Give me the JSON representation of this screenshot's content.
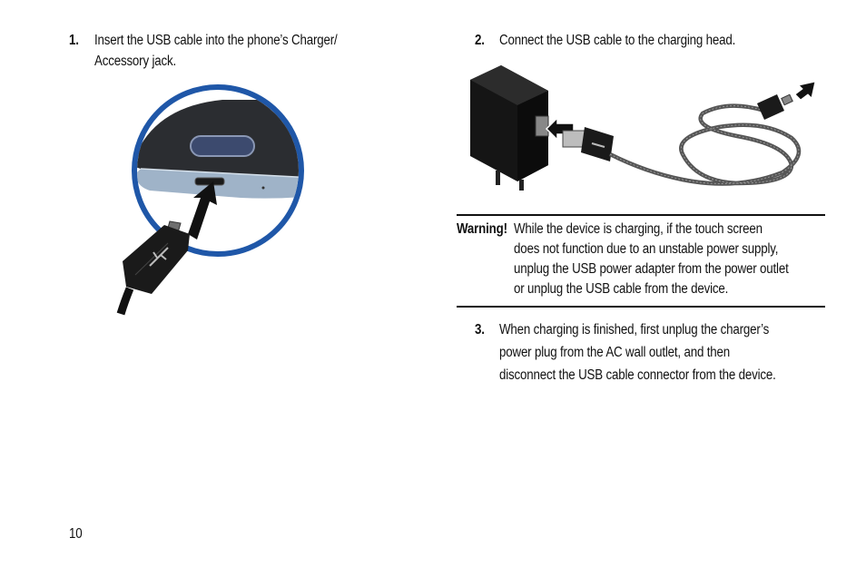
{
  "step1": {
    "number": "1.",
    "line1": "Insert the USB cable into the phone’s Charger/",
    "line2": "Accessory jack."
  },
  "step2": {
    "number": "2.",
    "text": "Connect the USB cable to the charging head."
  },
  "warning": {
    "label": "Warning!",
    "line1": "While the device is charging, if the touch screen",
    "line2": "does not function due to an unstable power supply,",
    "line3": "unplug the USB power adapter from the power outlet",
    "line4": "or unplug the USB cable from the device."
  },
  "step3": {
    "number": "3.",
    "line1": "When charging is finished, first unplug the charger’s",
    "line2": "power plug from the AC wall outlet, and then",
    "line3": "disconnect the USB cable connector from the device."
  },
  "page_number": "10",
  "colors": {
    "circle_border": "#1f57a8",
    "phone_body": "#2b2d31",
    "phone_edge": "#9fb3c8",
    "arrow": "#111111"
  }
}
